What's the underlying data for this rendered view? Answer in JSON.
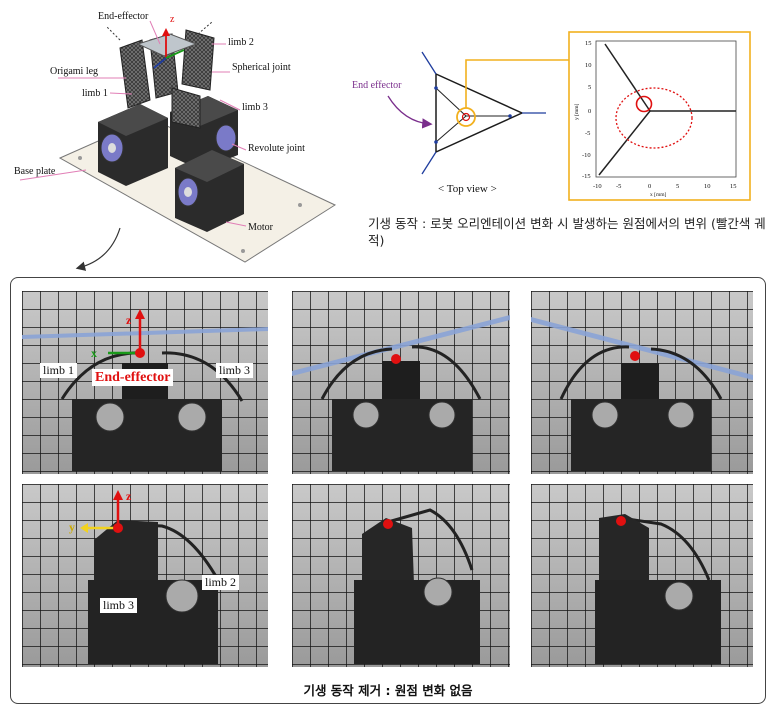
{
  "robot_labels": {
    "end_effector": "End-effector",
    "z_axis": "z",
    "limb2": "limb 2",
    "origami_leg": "Origami leg",
    "spherical_joint": "Spherical joint",
    "limb1": "limb 1",
    "limb3": "limb 3",
    "revolute_joint": "Revolute joint",
    "base_plate": "Base plate",
    "motor": "Motor"
  },
  "top_view": {
    "end_effector_label": "End  effector",
    "caption": "< Top view >"
  },
  "plot": {
    "x_ticks": [
      "-10",
      "-5",
      "0",
      "5",
      "10",
      "15"
    ],
    "y_ticks": [
      "15",
      "10",
      "5",
      "0",
      "-5",
      "-10",
      "-15"
    ],
    "xlabel": "x [mm]",
    "ylabel": "y [mm]"
  },
  "caption_top": "기생 동작 : 로봇 오리엔테이션 변화 시 발생하는 원점에서의 변위 (빨간색 궤적)",
  "photo_labels": {
    "p1_z": "z",
    "p1_x": "x",
    "p1_limb1": "limb 1",
    "p1_limb3": "limb 3",
    "p1_ee": "End-effector",
    "p4_z": "z",
    "p4_y": "y",
    "p4_limb3": "limb 3",
    "p4_limb2": "limb 2"
  },
  "bottom_caption": "기생 동작 제거 : 원점 변화 없음",
  "colors": {
    "accent_red": "#e01010",
    "frame_yellow": "#f2b01e",
    "purple": "#7a2e8c",
    "pink_line": "#e17fb6",
    "blue": "#1f3d9e"
  }
}
